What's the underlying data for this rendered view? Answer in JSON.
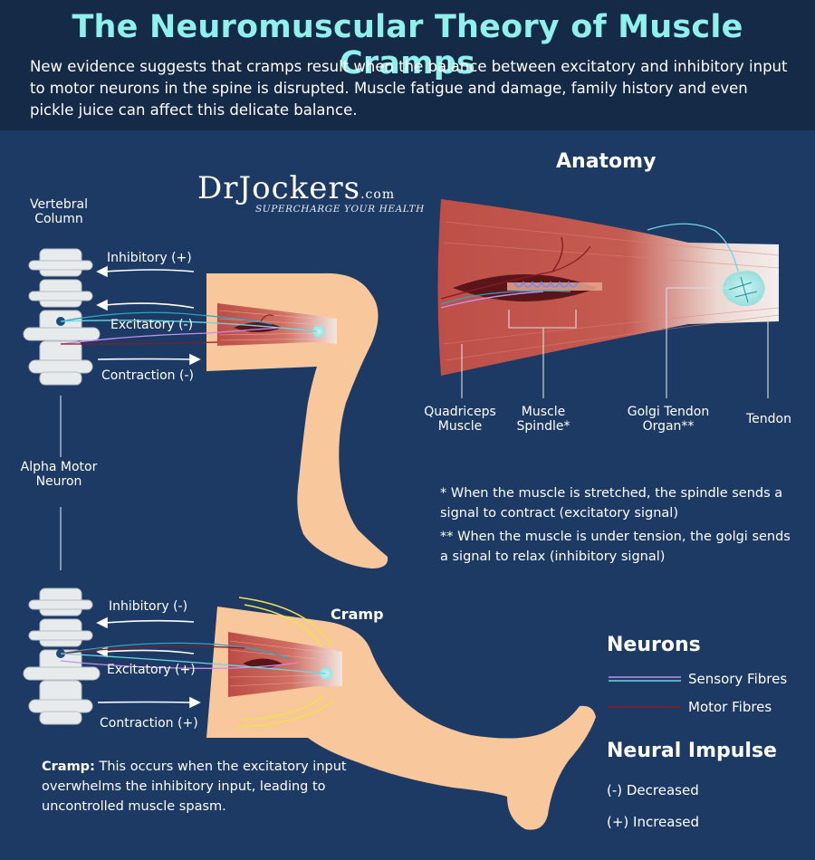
{
  "header": {
    "title": "The Neuromuscular Theory of Muscle Cramps",
    "subtitle": "New evidence suggests that cramps result when the balance between excitatory and inhibitory input to motor neurons in the spine is disrupted. Muscle fatigue and damage, family history and even pickle juice can affect this delicate balance."
  },
  "logo": {
    "main": "DrJockers",
    "suffix": ".com",
    "tagline": "SUPERCHARGE YOUR HEALTH"
  },
  "left": {
    "vertebral_column": [
      "Vertebral",
      "Column"
    ],
    "alpha_motor_neuron": [
      "Alpha Motor",
      "Neuron"
    ],
    "normal": {
      "inhibitory": "Inhibitory (+)",
      "excitatory": "Excitatory (-)",
      "contraction": "Contraction (-)"
    },
    "cramp": {
      "inhibitory": "Inhibitory (-)",
      "excitatory": "Excitatory (+)",
      "contraction": "Contraction (+)"
    },
    "cramp_label": "Cramp",
    "cramp_desc_bold": "Cramp:",
    "cramp_desc": " This occurs when the excitatory input overwhelms the inhibitory input, leading to uncontrolled muscle spasm."
  },
  "anatomy": {
    "title": "Anatomy",
    "labels": {
      "quadriceps": [
        "Quadriceps",
        "Muscle"
      ],
      "spindle": [
        "Muscle",
        "Spindle*"
      ],
      "golgi": [
        "Golgi Tendon",
        "Organ**"
      ],
      "tendon": "Tendon"
    },
    "notes": [
      "* When the muscle is stretched, the spindle sends a signal to contract (excitatory signal)",
      "** When the muscle is under tension, the golgi sends a signal to relax  (inhibitory signal)"
    ]
  },
  "legend": {
    "neurons_title": "Neurons",
    "sensory": "Sensory Fibres",
    "motor": "Motor Fibres",
    "impulse_title": "Neural Impulse",
    "decreased": "(-) Decreased",
    "increased": "(+) Increased"
  },
  "colors": {
    "background": "#1c3a63",
    "header_bg": "#152a46",
    "title": "#8ff0ec",
    "skin": "#f8c79c",
    "muscle": "#c2564d",
    "sensory": "#c98cf0",
    "sensory_alt": "#6ad6e6",
    "motor": "#8a1a22",
    "bone": "#e8ebec"
  }
}
